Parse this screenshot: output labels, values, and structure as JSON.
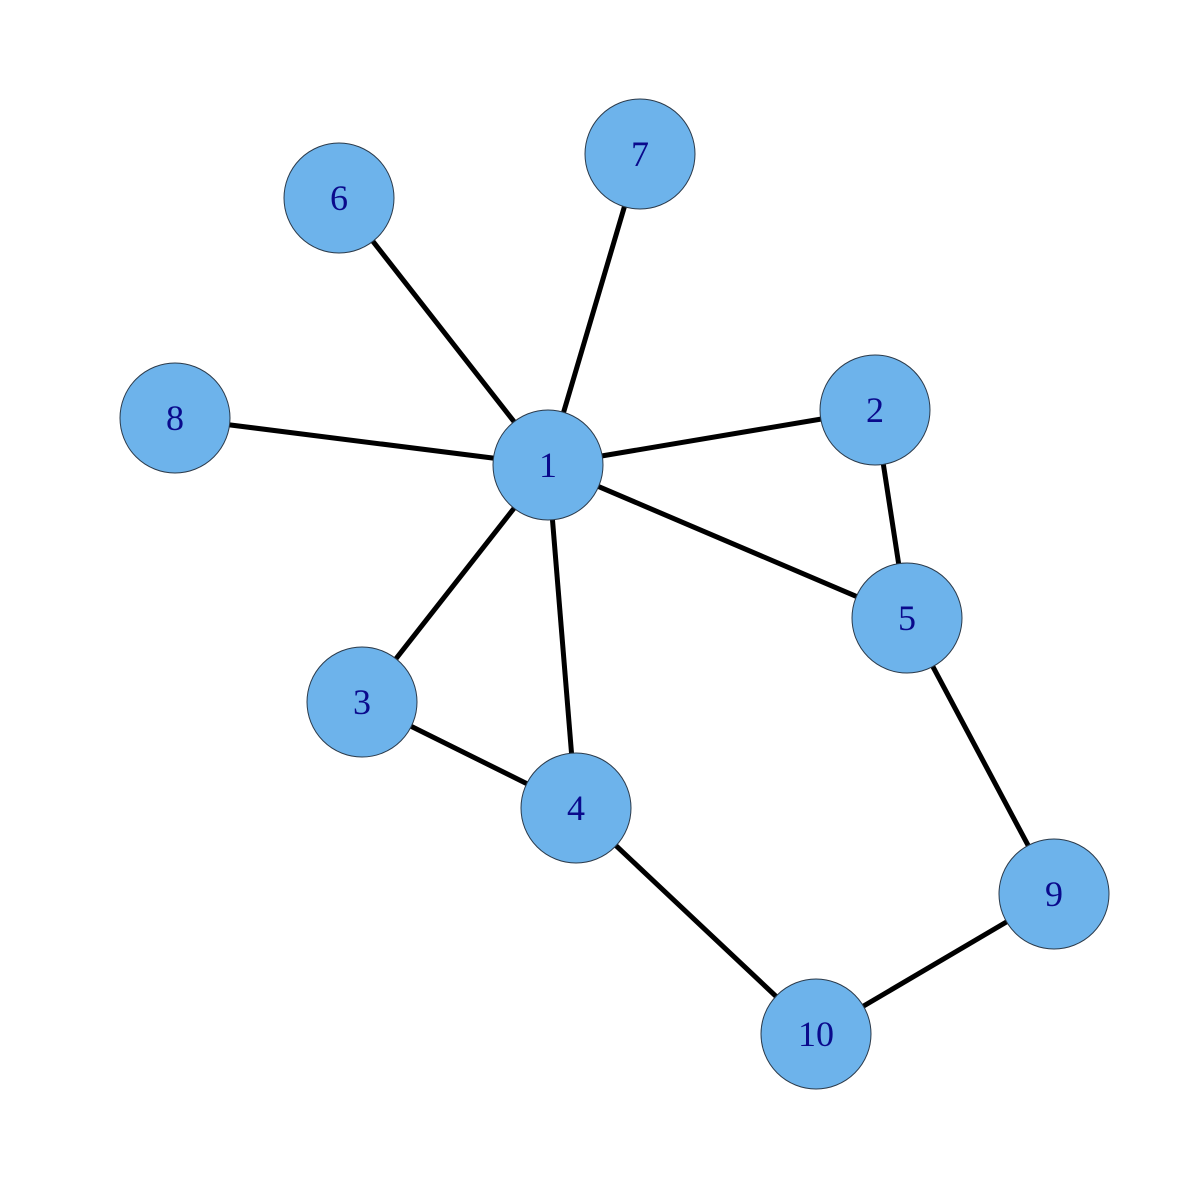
{
  "colors": {
    "node_fill": "#6db3eb",
    "node_stroke": "#2b3a4a",
    "label": "#0a0a8c",
    "edge": "#000000",
    "background": "#ffffff"
  },
  "graph": {
    "nodes": [
      {
        "id": "1",
        "label": "1"
      },
      {
        "id": "2",
        "label": "2"
      },
      {
        "id": "3",
        "label": "3"
      },
      {
        "id": "4",
        "label": "4"
      },
      {
        "id": "5",
        "label": "5"
      },
      {
        "id": "6",
        "label": "6"
      },
      {
        "id": "7",
        "label": "7"
      },
      {
        "id": "8",
        "label": "8"
      },
      {
        "id": "9",
        "label": "9"
      },
      {
        "id": "10",
        "label": "10"
      }
    ],
    "edges": [
      [
        "1",
        "2"
      ],
      [
        "1",
        "3"
      ],
      [
        "1",
        "4"
      ],
      [
        "1",
        "5"
      ],
      [
        "1",
        "6"
      ],
      [
        "1",
        "7"
      ],
      [
        "1",
        "8"
      ],
      [
        "2",
        "5"
      ],
      [
        "3",
        "4"
      ],
      [
        "4",
        "10"
      ],
      [
        "5",
        "9"
      ],
      [
        "9",
        "10"
      ]
    ]
  }
}
